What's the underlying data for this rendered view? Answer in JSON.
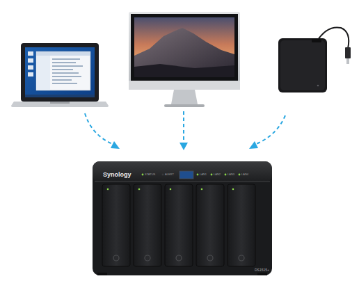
{
  "diagram": {
    "labels": [
      "Synology",
      "STATUS",
      "ALERT",
      "LAN1",
      "LAN2",
      "LAN3",
      "LAN4",
      "DS1515+"
    ]
  }
}
